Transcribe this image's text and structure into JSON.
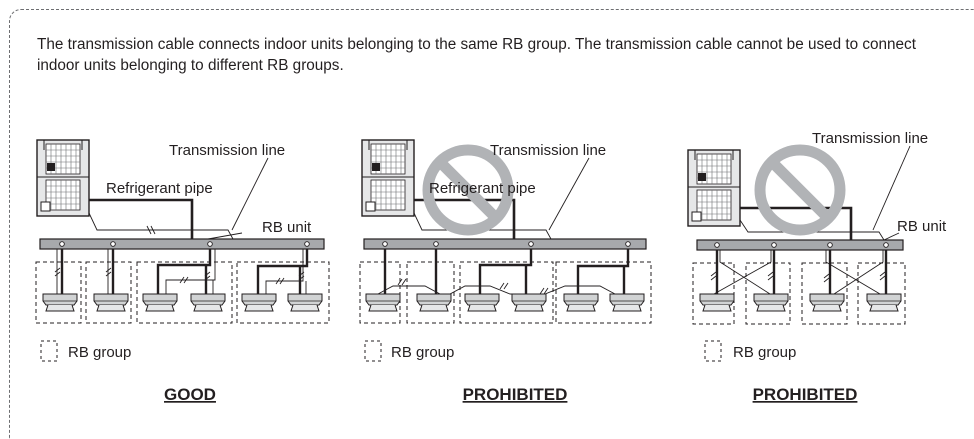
{
  "intro_text": "The transmission cable connects indoor units belonging to the same RB group. The transmission cable cannot be used to connect indoor units belonging to different RB groups.",
  "panels": [
    {
      "transmission_label": "Transmission line",
      "refrigerant_label": "Refrigerant pipe",
      "rb_unit_label": "RB unit",
      "legend_label": "RB group",
      "caption": "GOOD",
      "prohibited": false
    },
    {
      "transmission_label": "Transmission line",
      "refrigerant_label": "Refrigerant pipe",
      "rb_unit_label": "",
      "legend_label": "RB group",
      "caption": "PROHIBITED",
      "prohibited": true
    },
    {
      "transmission_label": "Transmission line",
      "refrigerant_label": "",
      "rb_unit_label": "RB unit",
      "legend_label": "RB group",
      "caption": "PROHIBITED",
      "prohibited": true
    }
  ],
  "colors": {
    "line": "#231f20",
    "bar_fill": "#a7a9ac",
    "prohibit": "#b1b3b6",
    "unit_fill": "#d1d3d4",
    "dash": "#6d6e71"
  }
}
